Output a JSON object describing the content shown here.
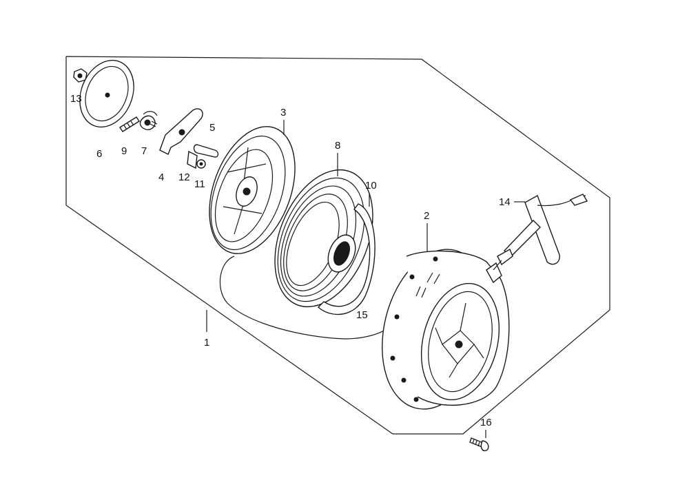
{
  "diagram": {
    "part_labels": {
      "p1": "1",
      "p2": "2",
      "p3": "3",
      "p4": "4",
      "p5": "5",
      "p6": "6",
      "p7": "7",
      "p8": "8",
      "p9": "9",
      "p10": "10",
      "p11": "11",
      "p12": "12",
      "p13": "13",
      "p14": "14",
      "p15": "15",
      "p16": "16"
    }
  }
}
